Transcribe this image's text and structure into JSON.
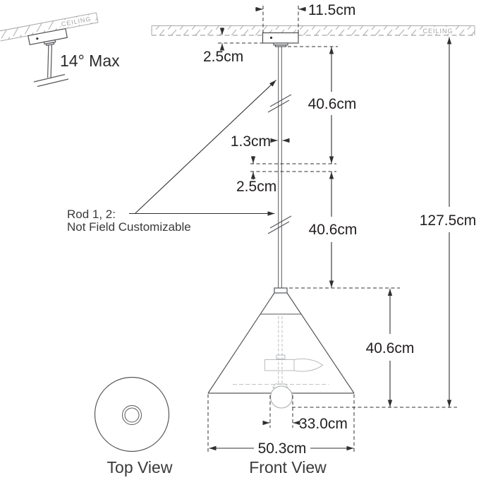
{
  "labels": {
    "angle_max": "14° Max",
    "ceiling": "CEILING",
    "ceiling_mini": "CEILING",
    "rod_note_line1": "Rod 1, 2:",
    "rod_note_line2": "Not Field Customizable",
    "top_view": "Top View",
    "front_view": "Front View"
  },
  "dimensions": {
    "canopy_width": "11.5cm",
    "canopy_height": "2.5cm",
    "rod1_length": "40.6cm",
    "rod_diameter": "1.3cm",
    "coupler_length": "2.5cm",
    "rod2_length": "40.6cm",
    "overall_height": "127.5cm",
    "shade_height": "40.6cm",
    "bulb_reference": "33.0cm",
    "shade_width": "50.3cm"
  },
  "colors": {
    "dimension_lines": "#2f3032",
    "fixture_lines": "#55575a",
    "interior_details": "#b9bbbd",
    "ceiling_hatch": "#a8aaad",
    "text_dark": "#231f20",
    "text_gray": "#a2a4a7"
  }
}
